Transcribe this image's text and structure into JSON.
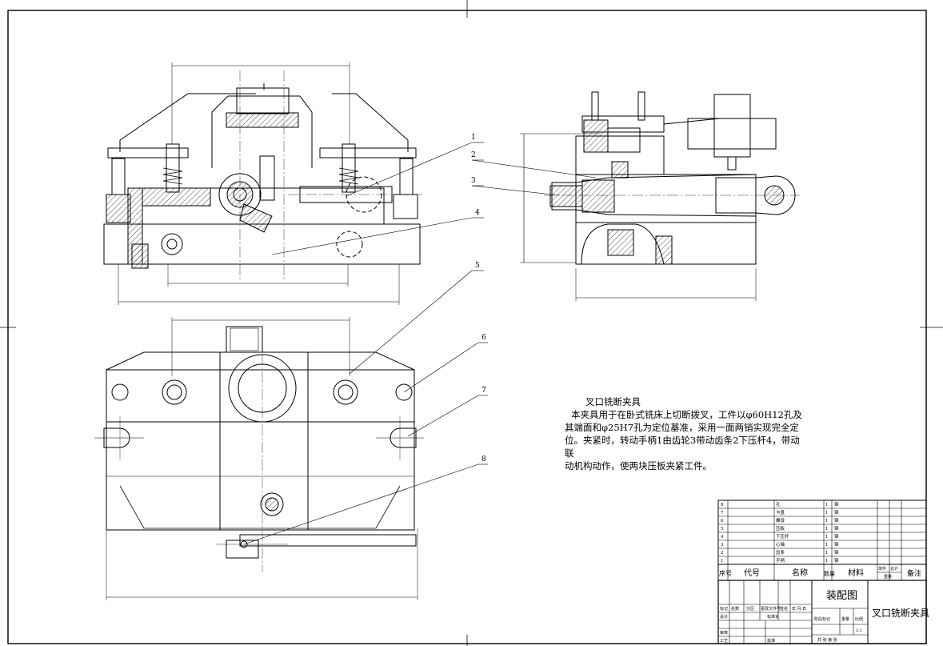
{
  "description": {
    "title": "叉口铣断夹具",
    "lines": [
      "本夹具用于在卧式铣床上切断拨叉，工件以φ60H12孔及",
      "其端面和φ25H7孔为定位基准，采用一面两销实现完全定",
      "位。夹紧时，转动手柄1由齿轮3带动齿条2下压杆4，带动联",
      "动机构动作，使两块压板夹紧工件。"
    ]
  },
  "balloons": [
    "1",
    "2",
    "3",
    "4",
    "5",
    "6",
    "7",
    "8"
  ],
  "parts_list": {
    "rows": [
      {
        "no": "8",
        "name": "孔",
        "qty": "1",
        "mat": "钢"
      },
      {
        "no": "7",
        "name": "卡盘",
        "qty": "1",
        "mat": "钢"
      },
      {
        "no": "6",
        "name": "螺母",
        "qty": "1",
        "mat": "钢"
      },
      {
        "no": "5",
        "name": "压板",
        "qty": "1",
        "mat": "钢"
      },
      {
        "no": "4",
        "name": "下压杆",
        "qty": "1",
        "mat": "钢"
      },
      {
        "no": "3",
        "name": "心轴",
        "qty": "1",
        "mat": "钢"
      },
      {
        "no": "2",
        "name": "齿条",
        "qty": "1",
        "mat": "钢"
      },
      {
        "no": "1",
        "name": "手柄",
        "qty": "1",
        "mat": "钢"
      }
    ],
    "header": {
      "no": "序号",
      "code": "代号",
      "name": "名称",
      "qty": "数量",
      "material": "材料",
      "single": "单件",
      "total": "总计",
      "weight": "重量",
      "remark": "备注"
    }
  },
  "title_block": {
    "drawing_name": "装配图",
    "part_name": "叉口铣断夹具",
    "labels": {
      "mark": "标记",
      "count": "处数",
      "zone": "分区",
      "change_no": "更改文件号",
      "sign": "签名",
      "date": "年.月.日",
      "design": "设计",
      "standardize": "标准化",
      "review": "审核",
      "process": "工艺",
      "approve": "批准",
      "stage": "阶段标记",
      "weight": "重量",
      "scale": "比例",
      "sheets": "共 张 第 张",
      "scale_value": "2:1"
    }
  }
}
